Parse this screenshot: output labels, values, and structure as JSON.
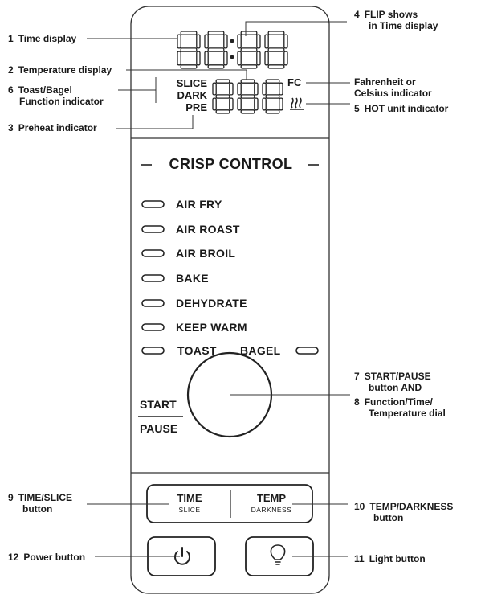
{
  "panel": {
    "title": "CRISP CONTROL",
    "display": {
      "time_digits": "88:88",
      "temp_digits": "888",
      "slice": "SLICE",
      "dark": "DARK",
      "pre": "PRE",
      "unit": "FC",
      "hot_icon": "hot-unit-icon"
    },
    "functions": [
      "AIR FRY",
      "AIR ROAST",
      "AIR BROIL",
      "BAKE",
      "DEHYDRATE",
      "KEEP WARM"
    ],
    "toast": "TOAST",
    "bagel": "BAGEL",
    "start": "START",
    "pause": "PAUSE",
    "time_btn": {
      "main": "TIME",
      "sub": "SLICE"
    },
    "temp_btn": {
      "main": "TEMP",
      "sub": "DARKNESS"
    },
    "power_icon": "power-icon",
    "light_icon": "lightbulb-icon"
  },
  "callouts": {
    "c1": {
      "num": "1",
      "text": "Time display"
    },
    "c2": {
      "num": "2",
      "text": "Temperature display"
    },
    "c3": {
      "num": "3",
      "text": "Preheat indicator"
    },
    "c4": {
      "num": "4",
      "text1": "FLIP shows",
      "text2": "in Time display"
    },
    "c5": {
      "num": "5",
      "text": "HOT unit indicator"
    },
    "c6": {
      "num": "6",
      "text1": "Toast/Bagel",
      "text2": "Function indicator"
    },
    "c_fc": {
      "text1": "Fahrenheit or",
      "text2": "Celsius indicator"
    },
    "c7": {
      "num": "7",
      "text1": "START/PAUSE",
      "text2": "button",
      "text2b": "AND"
    },
    "c8": {
      "num": "8",
      "text1": "Function/Time/",
      "text2": "Temperature dial"
    },
    "c9": {
      "num": "9",
      "text1": "TIME/SLICE",
      "text2": "button"
    },
    "c10": {
      "num": "10",
      "text1": "TEMP/DARKNESS",
      "text2": "button"
    },
    "c11": {
      "num": "11",
      "text": "Light button"
    },
    "c12": {
      "num": "12",
      "text": "Power button"
    }
  },
  "colors": {
    "ink": "#1a1a1a",
    "line": "#333333",
    "background": "#ffffff"
  }
}
